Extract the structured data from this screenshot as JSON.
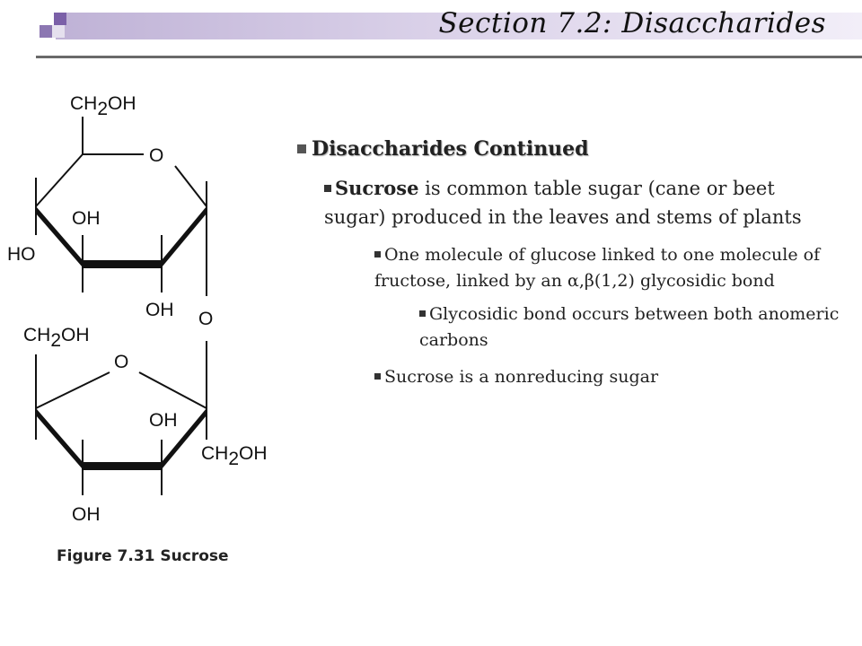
{
  "header": {
    "title": "Section 7.2: Disaccharides"
  },
  "figure": {
    "caption": "Figure 7.31 Sucrose",
    "labels": {
      "glucose_ch2oh_main": "CH",
      "glucose_ch2oh_sub": "2",
      "glucose_ch2oh_tail": "OH",
      "ring_o_top": "O",
      "oh_c3": "OH",
      "ho_c4": "HO",
      "oh_c2": "OH",
      "glycosidic_o": "O",
      "fructose_ch2oh_main": "CH",
      "fructose_ch2oh_sub": "2",
      "fructose_ch2oh_tail": "OH",
      "ring_o_bottom": "O",
      "oh_fructose_c3": "OH",
      "fructose_ch2oh2_main": "CH",
      "fructose_ch2oh2_sub": "2",
      "fructose_ch2oh2_tail": "OH",
      "oh_fructose_c4": "OH"
    }
  },
  "bullets": {
    "heading": "Disaccharides Continued",
    "sucrose_lead": "Sucrose",
    "sucrose_rest": " is common table sugar (cane or beet sugar) produced in the leaves and stems of plants",
    "linkage": "One molecule of glucose linked to one molecule of fructose, linked by an α,β(1,2) glycosidic bond",
    "anomeric": "Glycosidic bond occurs between both anomeric carbons",
    "nonreducing": "Sucrose is a nonreducing sugar"
  }
}
